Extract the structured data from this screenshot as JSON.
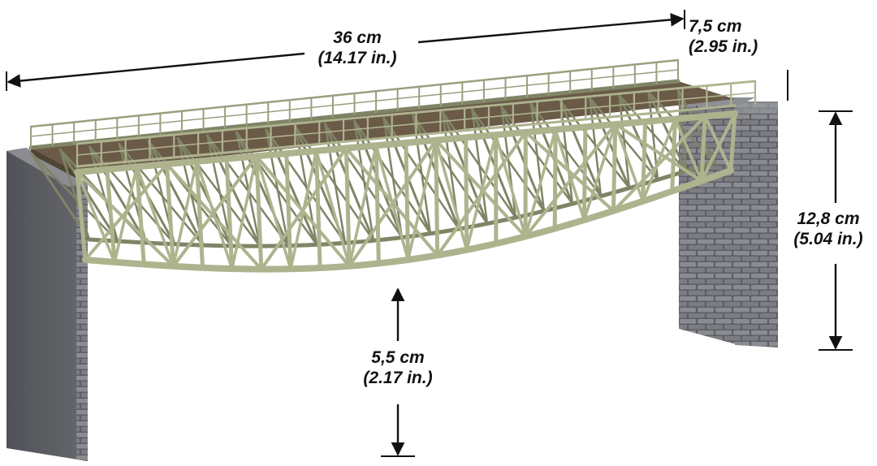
{
  "dimensions": {
    "length": {
      "metric": "36 cm",
      "imperial": "(14.17 in.)"
    },
    "width": {
      "metric": "7,5 cm",
      "imperial": "(2.95 in.)"
    },
    "height": {
      "metric": "12,8 cm",
      "imperial": "(5.04 in.)"
    },
    "clearance": {
      "metric": "5,5 cm",
      "imperial": "(2.17 in.)"
    }
  },
  "colors": {
    "truss": "#aeb38e",
    "truss_dark": "#7f8466",
    "deck": "#6b5a48",
    "concrete_pier": "#55575b",
    "stone_pier": "#6a6c72",
    "dimension_line": "#111111"
  }
}
